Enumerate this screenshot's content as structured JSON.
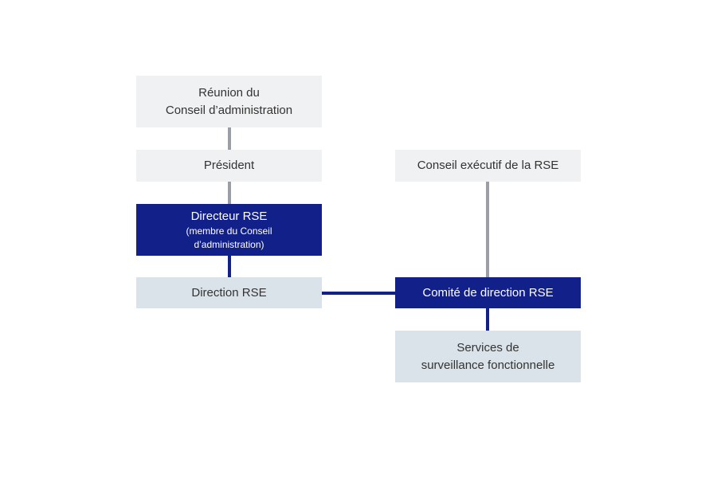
{
  "nodes": {
    "board_meeting": {
      "line1": "Réunion du",
      "line2": "Conseil d’administration"
    },
    "president": {
      "label": "Président"
    },
    "csr_director": {
      "title": "Directeur RSE",
      "sub1": "(membre du Conseil",
      "sub2": "d’administration)"
    },
    "csr_department": {
      "label": "Direction RSE"
    },
    "csr_executive_council": {
      "label": "Conseil exécutif de la RSE"
    },
    "csr_steering_committee": {
      "label": "Comité de direction RSE"
    },
    "monitoring_services": {
      "line1": "Services de",
      "line2": "surveillance fonctionnelle"
    }
  },
  "colors": {
    "box_light": "#f0f1f2",
    "box_blue": "#dbe3ea",
    "box_dark": "#12208a",
    "line_gray": "#9b9ea6",
    "line_navy": "#12208a"
  }
}
